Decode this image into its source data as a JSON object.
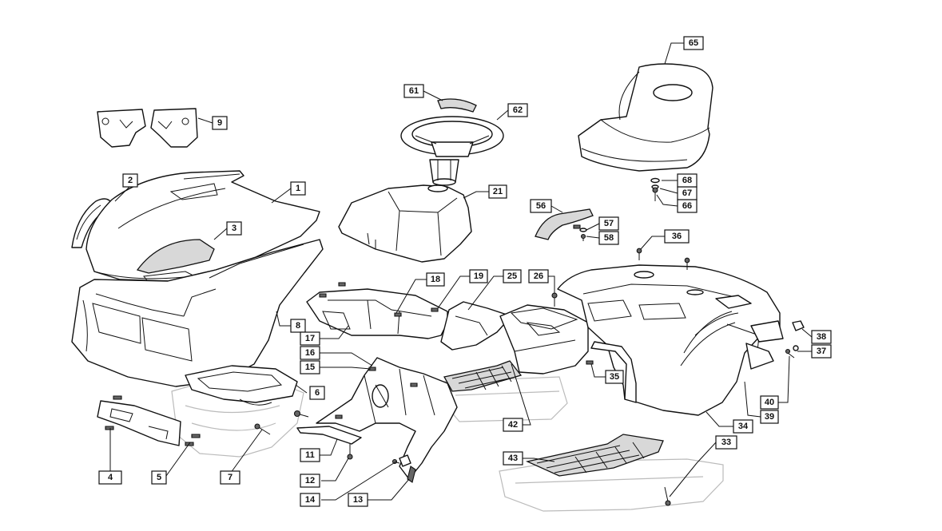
{
  "callouts": [
    {
      "id": "1",
      "label": "1"
    },
    {
      "id": "2",
      "label": "2"
    },
    {
      "id": "3",
      "label": "3"
    },
    {
      "id": "4",
      "label": "4"
    },
    {
      "id": "5",
      "label": "5"
    },
    {
      "id": "6",
      "label": "6"
    },
    {
      "id": "7",
      "label": "7"
    },
    {
      "id": "8",
      "label": "8"
    },
    {
      "id": "9",
      "label": "9"
    },
    {
      "id": "11",
      "label": "11"
    },
    {
      "id": "12",
      "label": "12"
    },
    {
      "id": "13",
      "label": "13"
    },
    {
      "id": "14",
      "label": "14"
    },
    {
      "id": "15",
      "label": "15"
    },
    {
      "id": "16",
      "label": "16"
    },
    {
      "id": "17",
      "label": "17"
    },
    {
      "id": "18",
      "label": "18"
    },
    {
      "id": "19",
      "label": "19"
    },
    {
      "id": "21",
      "label": "21"
    },
    {
      "id": "25",
      "label": "25"
    },
    {
      "id": "26",
      "label": "26"
    },
    {
      "id": "33",
      "label": "33"
    },
    {
      "id": "34",
      "label": "34"
    },
    {
      "id": "35",
      "label": "35"
    },
    {
      "id": "36",
      "label": "36"
    },
    {
      "id": "37",
      "label": "37"
    },
    {
      "id": "38",
      "label": "38"
    },
    {
      "id": "39",
      "label": "39"
    },
    {
      "id": "40",
      "label": "40"
    },
    {
      "id": "42",
      "label": "42"
    },
    {
      "id": "43",
      "label": "43"
    },
    {
      "id": "56",
      "label": "56"
    },
    {
      "id": "57",
      "label": "57"
    },
    {
      "id": "58",
      "label": "58"
    },
    {
      "id": "61",
      "label": "61"
    },
    {
      "id": "62",
      "label": "62"
    },
    {
      "id": "65",
      "label": "65"
    },
    {
      "id": "66",
      "label": "66"
    },
    {
      "id": "67",
      "label": "67"
    },
    {
      "id": "68",
      "label": "68"
    }
  ]
}
